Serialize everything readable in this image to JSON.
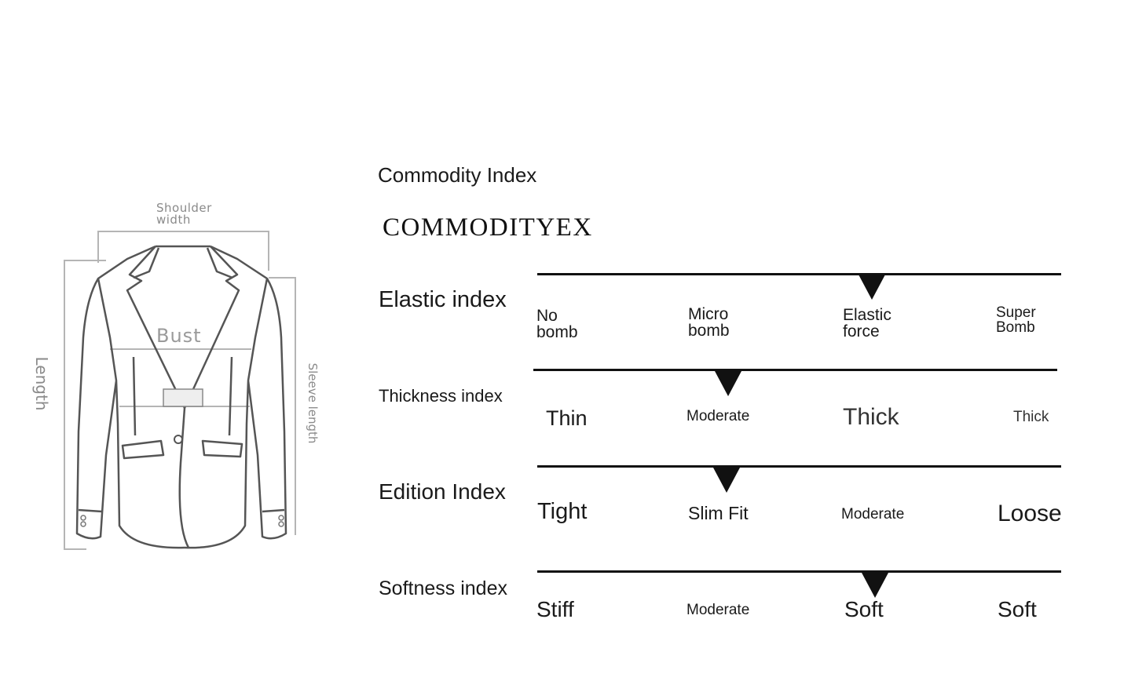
{
  "diagram": {
    "measurements": {
      "shoulder": "Shoulder\nwidth",
      "bust": "Bust",
      "length": "Length",
      "sleeve": "Sleeve length"
    }
  },
  "header": {
    "title": "Commodity Index",
    "subtitle": "COMMODITYEX"
  },
  "indices": [
    {
      "label": "Elastic index",
      "options": [
        "No\nbomb",
        "Micro\nbomb",
        "Elastic\nforce",
        "Super\nBomb"
      ],
      "selected": 2
    },
    {
      "label": "Thickness index",
      "options": [
        "Thin",
        "Moderate",
        "Thick",
        "Thick"
      ],
      "selected": 1
    },
    {
      "label": "Edition Index",
      "options": [
        "Tight",
        "Slim Fit",
        "Moderate",
        "Loose"
      ],
      "selected": 1
    },
    {
      "label": "Softness index",
      "options": [
        "Stiff",
        "Moderate",
        "Soft",
        "Soft"
      ],
      "selected": 2
    }
  ],
  "colors": {
    "line": "#111111",
    "sketch": "#555555",
    "measure": "#9a9a9a"
  }
}
